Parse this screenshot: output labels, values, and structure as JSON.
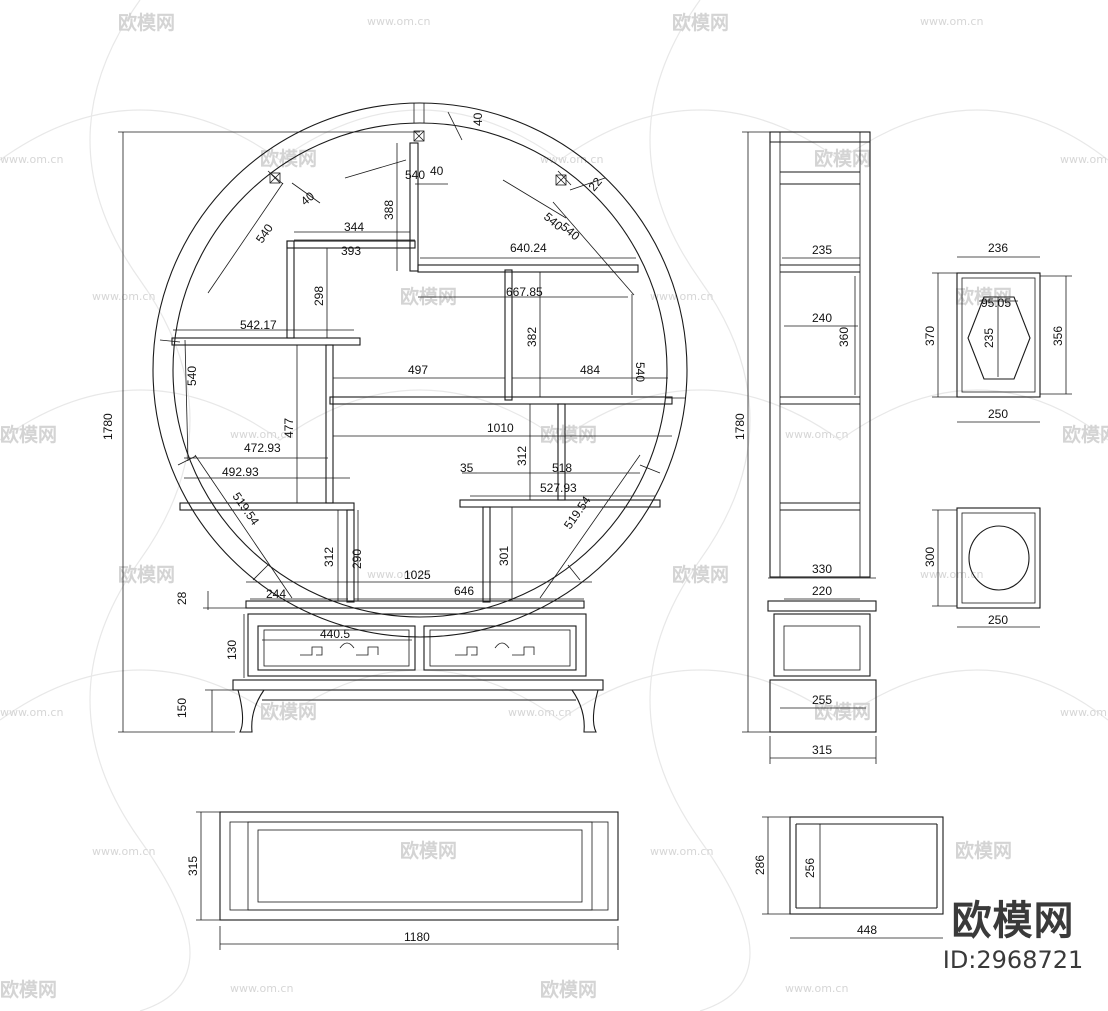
{
  "watermark": {
    "site": "www.om.cn",
    "brand": "欧模网"
  },
  "brand": {
    "name": "欧模网",
    "id": "ID:2968721"
  },
  "front_view_dims": {
    "total_height": "1780",
    "top_block": "40",
    "arc_block": "40",
    "arc_block_right": "40",
    "block_right": "22",
    "arc_540_a": "540",
    "arc_540_b": "540",
    "arc_540_c": "540",
    "arc_540_d": "540",
    "arc_540_e": "540",
    "arc_540_f": "540",
    "w344": "344",
    "w393": "393",
    "h388": "388",
    "w640": "640.24",
    "h298": "298",
    "w667": "667.85",
    "w542": "542.17",
    "h382": "382",
    "w497": "497",
    "w484": "484",
    "h477": "477",
    "w1010": "1010",
    "w472": "472.93",
    "w492": "492.93",
    "w35": "35",
    "h312a": "312",
    "w518": "518",
    "w527": "527.93",
    "arc519a": "519.54",
    "arc519b": "519.54",
    "h312b": "312",
    "h290": "290",
    "h301": "301",
    "w1025": "1025",
    "h28": "28",
    "w244": "244",
    "w646": "646",
    "h130": "130",
    "w440": "440.5",
    "h150": "150"
  },
  "side_view_dims": {
    "total_height": "1780",
    "w235": "235",
    "w240": "240",
    "h360": "360",
    "w330": "330",
    "w220": "220",
    "w255": "255",
    "w315": "315"
  },
  "detail_dims": {
    "hex_w236": "236",
    "hex_w95": "95.05",
    "hex_h235": "235",
    "hex_h370": "370",
    "hex_h356": "356",
    "hex_w250": "250",
    "oval_h300": "300",
    "oval_w250": "250"
  },
  "plan_view_dims": {
    "h315": "315",
    "w1180": "1180"
  },
  "base_plan_dims": {
    "h286": "286",
    "h256": "256",
    "w448": "448"
  }
}
